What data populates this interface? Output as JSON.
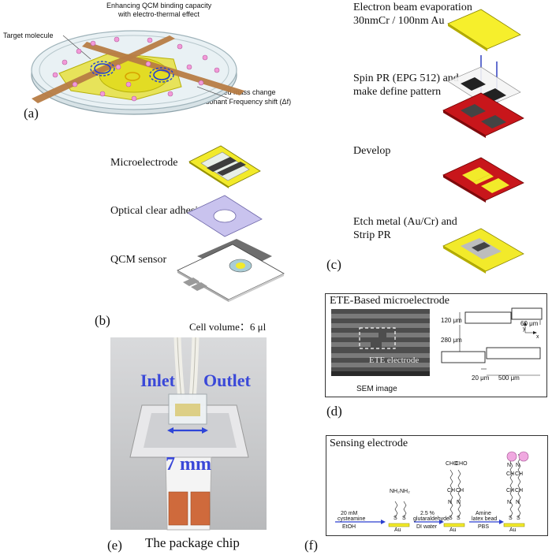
{
  "panel_a": {
    "letter": "(a)",
    "caption_top_line1": "Enhancing QCM binding capacity",
    "caption_top_line2": "with electro-thermal effect",
    "target_molecule": "Target molecule",
    "mass_change_line1": "Bio-induced mass change",
    "mass_change_line2": "→ Resonant Frequency shift (Δf)"
  },
  "panel_b": {
    "letter": "(b)",
    "microelectrode": "Microelectrode",
    "adhesive": "Optical clear adhesive",
    "qcm": "QCM sensor",
    "cell_volume": "Cell volume：6 μl"
  },
  "panel_c": {
    "letter": "(c)",
    "step1_line1": "Electron beam evaporation",
    "step1_line2": "30nmCr / 100nm Au",
    "step2_line1": "Spin PR (EPG 512) and",
    "step2_line2": "make define pattern",
    "step3": "Develop",
    "step4_line1": "Etch metal (Au/Cr) and",
    "step4_line2": "Strip PR"
  },
  "panel_d": {
    "letter": "(d)",
    "title": "ETE-Based microelectrode",
    "sem_label": "ETE electrode",
    "sem_caption": "SEM image",
    "dim_120": "120 μm",
    "dim_280": "280 μm",
    "dim_60": "60 μm",
    "dim_20": "20 μm",
    "dim_500": "500 μm",
    "axis_y": "y",
    "axis_x": "x"
  },
  "panel_e": {
    "letter": "(e)",
    "inlet": "Inlet",
    "outlet": "Outlet",
    "distance": "7 mm",
    "caption": "The package chip"
  },
  "panel_f": {
    "letter": "(f)",
    "title": "Sensing electrode",
    "step1_top_line1": "20 mM",
    "step1_top_line2": "cysteamine",
    "step1_bottom": "EtOH",
    "step2_top_line1": "2.5 %",
    "step2_top_line2": "glutaraldehyde",
    "step2_bottom": "DI water",
    "step3_top_line1": "Amine",
    "step3_top_line2": "latex bead",
    "step3_bottom": "PBS",
    "substrate": "Au",
    "nh2": "NH₂",
    "cho": "CHO",
    "ch": "CH",
    "n": "N",
    "s": "S"
  },
  "colors": {
    "gold": "#f2ea2a",
    "gold_dark": "#d8c800",
    "resist_red": "#c8161b",
    "dark_gray": "#3a3a3a",
    "adhesive_lavender": "#c9c3ee",
    "dish_fill": "#e6eef1",
    "arrow_blue": "#2a3fcf",
    "ball_pink": "#f0a8e0",
    "copper": "#cf6a3c"
  }
}
